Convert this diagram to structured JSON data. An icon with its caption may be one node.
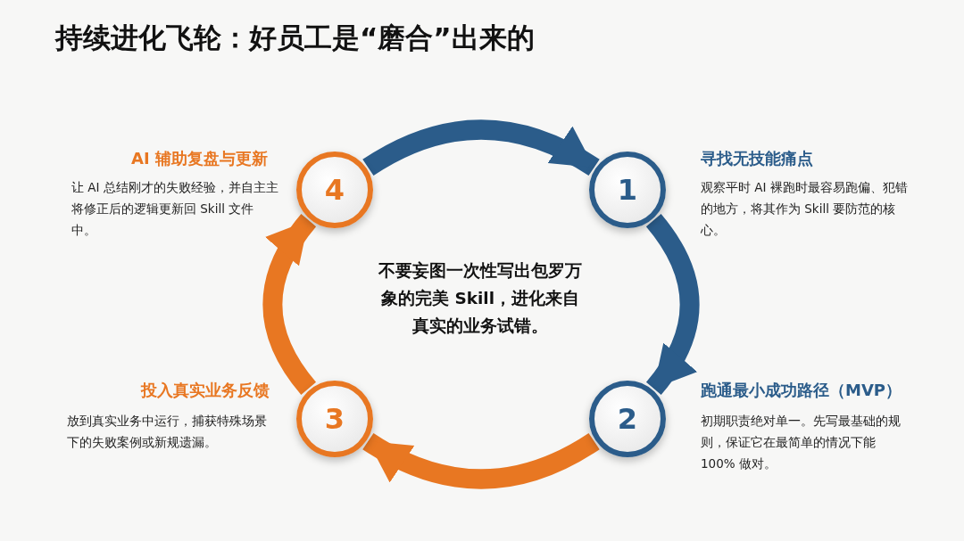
{
  "diagram": {
    "title": "持续进化飞轮：好员工是“磨合”出来的",
    "nodes": [
      {
        "text": [
          "4"
        ],
        "beside": [
          "AI 辅助复盘与更新",
          "让 AI 总结刚才的失败经验，并自主主将修正后的逻辑更新回 Skill 文件中。"
        ]
      },
      {
        "text": [
          "1"
        ],
        "beside": [
          "寻找无技能痛点",
          "观察平时 AI 裸跑时最容易跑偏、犯错的地方，将其作为 Skill 要防范的核心。"
        ]
      },
      {
        "text": [
          "3"
        ],
        "beside": [
          "投入真实业务反馈",
          "放到真实业务中运行，捕获特殊场景下的失败案例或新规遗漏。"
        ]
      },
      {
        "text": [
          "2"
        ],
        "beside": [
          "跑通最小成功路径（MVP）",
          "初期职责绝对单一。先写最基础的规则，保证它在最简单的情况下能 100% 做对。"
        ]
      }
    ],
    "edges": [
      {
        "from": 0,
        "to": 1,
        "arrow": "to",
        "color": "#2b5c8a"
      },
      {
        "from": 1,
        "to": 3,
        "arrow": "to",
        "color": "#2b5c8a"
      },
      {
        "from": 3,
        "to": 2,
        "arrow": "to",
        "color": "#e87722"
      },
      {
        "from": 2,
        "to": 0,
        "arrow": "to",
        "color": "#e87722"
      }
    ],
    "labels": [
      "不要妄图一次性写出包罗万象的完美 Skill，进化来自真实的业务试错。"
    ]
  }
}
